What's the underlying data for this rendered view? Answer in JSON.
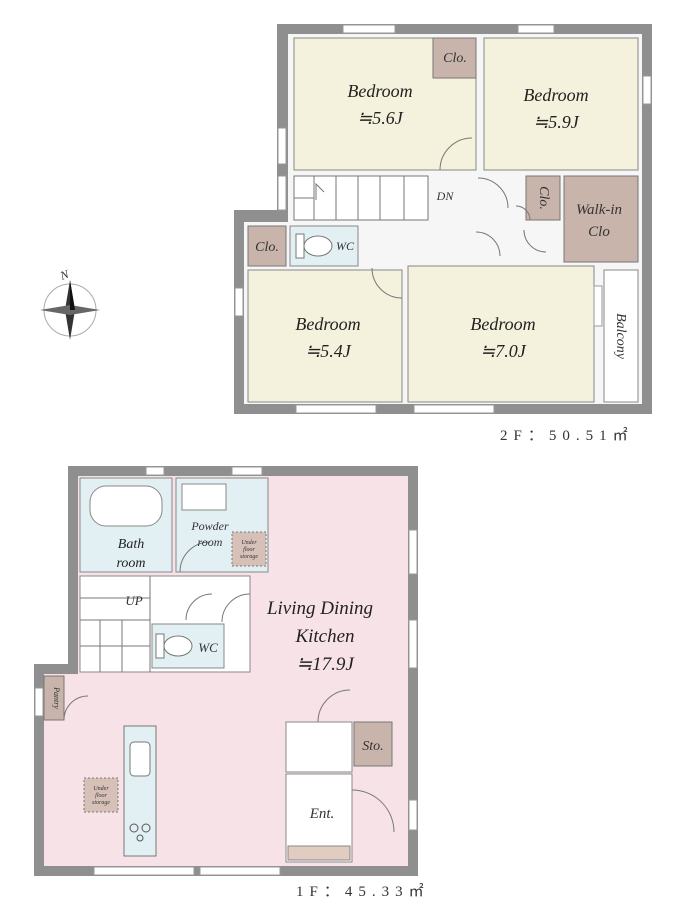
{
  "compass": {
    "north_label": "N",
    "icon": "compass-rose-icon"
  },
  "floor2": {
    "area_label": "2F：50.51㎡",
    "rooms": {
      "bedroom_a": {
        "name": "Bedroom",
        "size": "≒5.6J"
      },
      "bedroom_b": {
        "name": "Bedroom",
        "size": "≒5.9J"
      },
      "bedroom_c": {
        "name": "Bedroom",
        "size": "≒5.4J"
      },
      "bedroom_d": {
        "name": "Bedroom",
        "size": "≒7.0J"
      },
      "closet_a": "Clo.",
      "closet_b": "Clo.",
      "closet_c": "Clo.",
      "walk_in_1": "Walk-in",
      "walk_in_2": "Clo",
      "wc": "WC",
      "stairs": "DN",
      "balcony": "Balcony"
    }
  },
  "floor1": {
    "area_label": "1F：45.33㎡",
    "rooms": {
      "bath_1": "Bath",
      "bath_2": "room",
      "powder_1": "Powder",
      "powder_2": "room",
      "storage_1": "Under",
      "storage_2": "floor",
      "storage_3": "storage",
      "stairs": "UP",
      "wc": "WC",
      "ldk_1": "Living Dining",
      "ldk_2": "Kitchen",
      "ldk_size": "≒17.9J",
      "pantry": "Pantry",
      "storage_room": "Sto.",
      "entrance": "Ent."
    }
  },
  "colors": {
    "wall": "#9a9a9a",
    "bedroom": "#f4f1dc",
    "closet": "#c8b4ab",
    "wet": "#e2f0f4",
    "ldk": "#f7e3e7",
    "hall": "#f6f6f6"
  }
}
